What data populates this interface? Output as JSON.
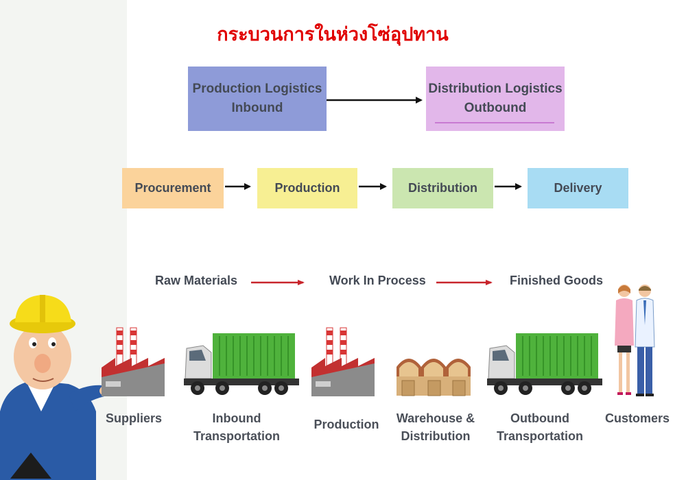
{
  "title": "กระบวนการในห่วงโซ่อุปทาน",
  "logistics": {
    "production": {
      "line1": "Production Logistics",
      "line2": "Inbound",
      "color": "#8e9bd8"
    },
    "distribution": {
      "line1": "Distribution Logistics",
      "line2": "Outbound",
      "color": "#e2b7ea"
    }
  },
  "stages": [
    {
      "label": "Procurement",
      "color": "#fbd39b"
    },
    {
      "label": "Production",
      "color": "#f7ef93"
    },
    {
      "label": "Distribution",
      "color": "#cbe6b0"
    },
    {
      "label": "Delivery",
      "color": "#a8dcf3"
    }
  ],
  "materials": {
    "raw": "Raw Materials",
    "wip": "Work In Process",
    "finished": "Finished Goods"
  },
  "entities": [
    {
      "line1": "Suppliers",
      "line2": "",
      "icon": "factory-icon"
    },
    {
      "line1": "Inbound",
      "line2": "Transportation",
      "icon": "truck-icon"
    },
    {
      "line1": "Production",
      "line2": "",
      "icon": "factory-icon"
    },
    {
      "line1": "Warehouse &",
      "line2": "Distribution",
      "icon": "warehouse-icon"
    },
    {
      "line1": "Outbound",
      "line2": "Transportation",
      "icon": "truck-icon"
    },
    {
      "line1": "Customers",
      "line2": "",
      "icon": "customers-icon"
    }
  ],
  "colors": {
    "title": "#e00000",
    "black_arrow": "#111111",
    "red_arrow": "#c8242b",
    "container_green": "#4fb23c"
  }
}
